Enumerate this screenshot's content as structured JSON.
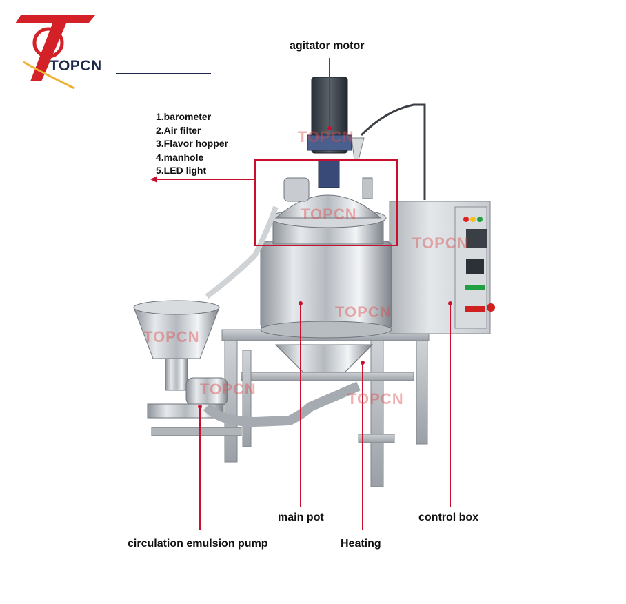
{
  "brand": {
    "name": "TOPCN",
    "primary_color": "#d42027",
    "accent_color": "#f0b030"
  },
  "labels": {
    "agitator_motor": "agitator motor",
    "main_pot": "main pot",
    "control_box": "control box",
    "circulation_pump": "circulation emulsion pump",
    "heating": "Heating"
  },
  "top_accessories": [
    "1.barometer",
    "2.Air filter",
    "3.Flavor hopper",
    "4.manhole",
    "5.LED light"
  ],
  "watermark": "TOPCN",
  "annotation_color": "#c8102e"
}
